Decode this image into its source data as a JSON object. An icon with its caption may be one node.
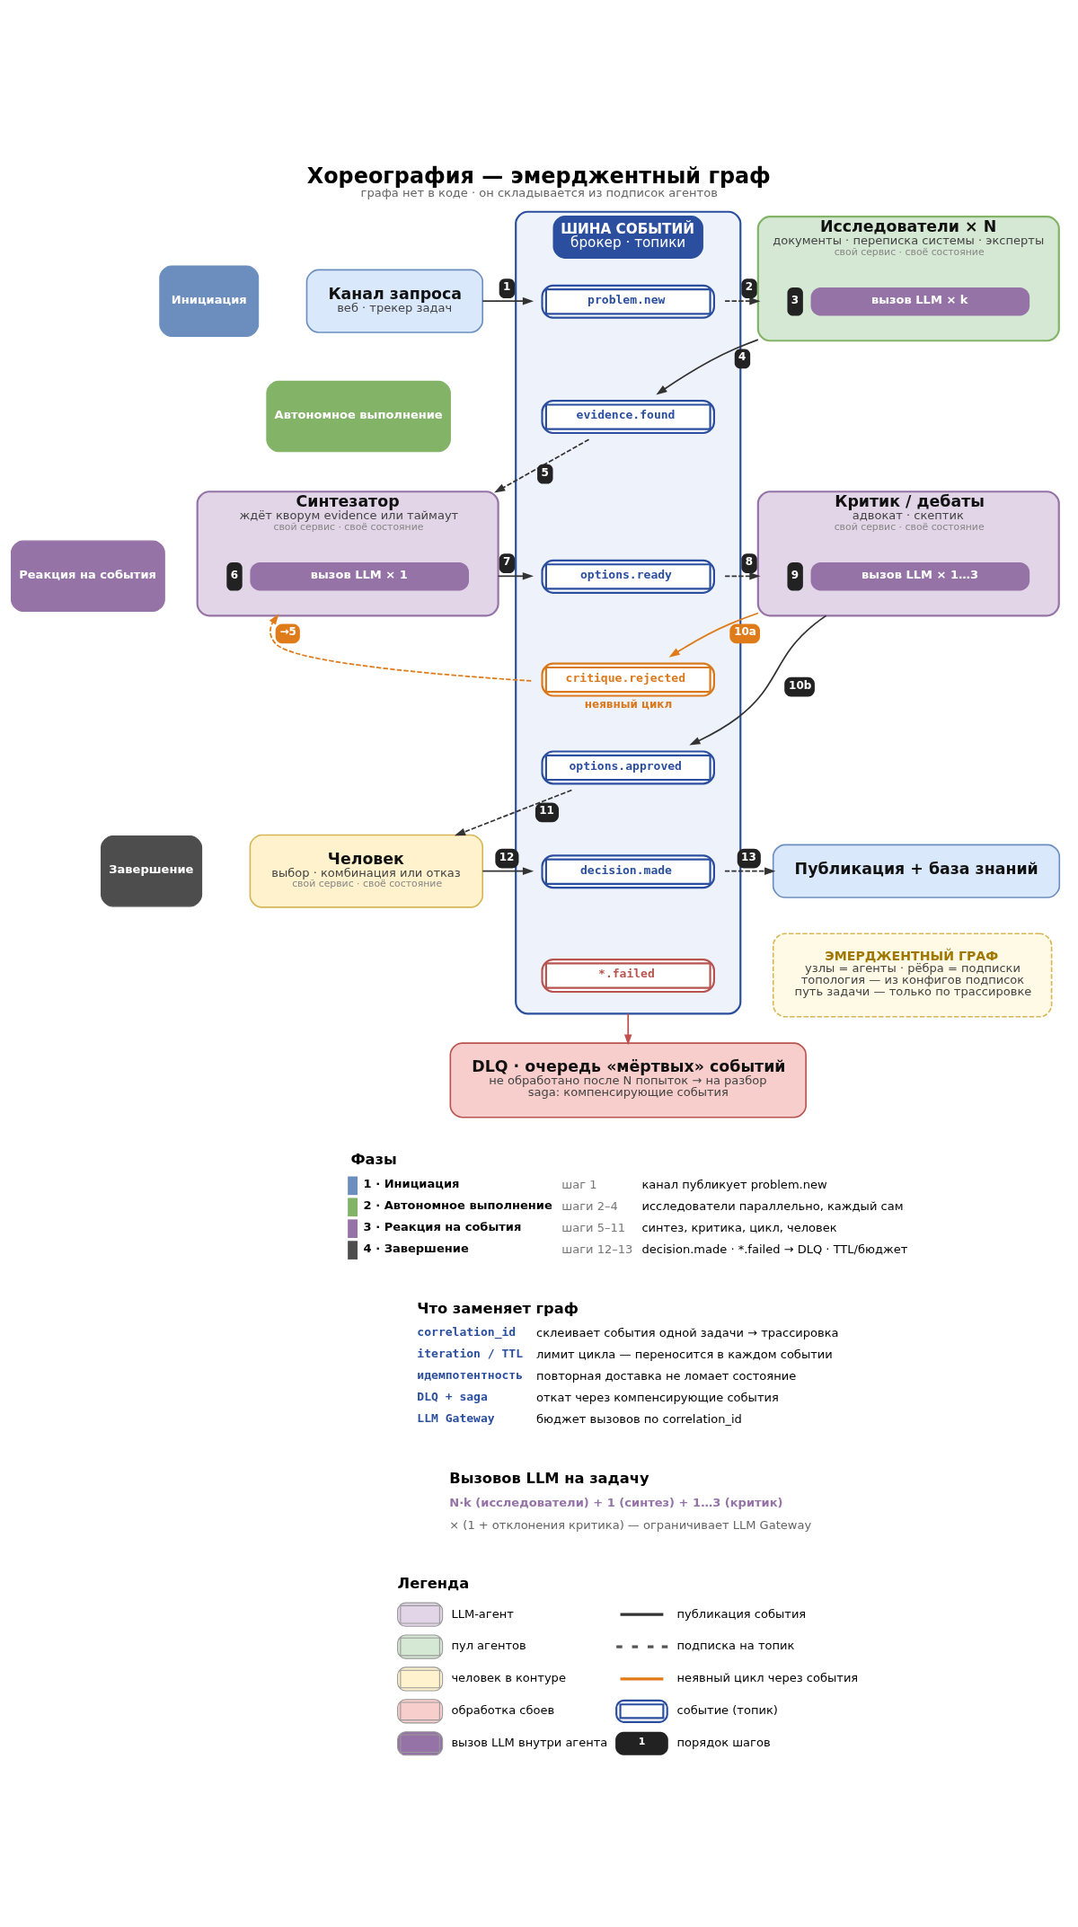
{
  "diagram": {
    "title": "Хореография — эмерджентный граф",
    "caption": "графа нет в коде · он складывается из подписок агентов",
    "nodes": [
      {
        "text": [
          "Инициация"
        ]
      },
      {
        "text": [
          "Автономное выполнение"
        ]
      },
      {
        "text": [
          "Реакция на события"
        ]
      },
      {
        "text": [
          "Завершение"
        ]
      },
      {
        "text": [
          "ШИНА СОБЫТИЙ",
          "брокер · топики"
        ]
      },
      {
        "text": [
          "problem.new"
        ],
        "in": 4
      },
      {
        "text": [
          "evidence.found"
        ],
        "in": 4
      },
      {
        "text": [
          "options.ready"
        ],
        "in": 4
      },
      {
        "text": [
          "critique.rejected"
        ],
        "in": 4,
        "beside": [
          "неявный цикл"
        ]
      },
      {
        "text": [
          "options.approved"
        ],
        "in": 4
      },
      {
        "text": [
          "decision.made"
        ],
        "in": 4
      },
      {
        "text": [
          "*.failed"
        ],
        "in": 4
      },
      {
        "text": [
          "Канал запроса",
          "веб · трекер задач"
        ]
      },
      {
        "text": [
          "Исследователи × N",
          "документы · переписка системы · эксперты",
          "свой сервис · своё состояние"
        ]
      },
      {
        "text": [
          "вызов LLM × k"
        ],
        "in": 13,
        "beside": [
          "3"
        ]
      },
      {
        "text": [
          "Синтезатор",
          "ждёт кворум evidence или таймаут",
          "свой сервис · своё состояние"
        ]
      },
      {
        "text": [
          "вызов LLM × 1"
        ],
        "in": 15,
        "beside": [
          "6"
        ]
      },
      {
        "text": [
          "Критик / дебаты",
          "адвокат · скептик",
          "свой сервис · своё состояние"
        ]
      },
      {
        "text": [
          "вызов LLM × 1…3"
        ],
        "in": 17,
        "beside": [
          "9"
        ]
      },
      {
        "text": [
          "Человек",
          "выбор · комбинация или отказ",
          "свой сервис · своё состояние"
        ]
      },
      {
        "text": [
          "Публикация + база знаний"
        ]
      },
      {
        "text": [
          "ЭМЕРДЖЕНТНЫЙ ГРАФ",
          "узлы = агенты · рёбра = подписки",
          "топология — из конфигов подписок",
          "путь задачи — только по трассировке"
        ]
      },
      {
        "text": [
          "DLQ · очередь «мёртвых» событий",
          "не обработано после N попыток → на разбор",
          "saga: компенсирующие события"
        ]
      }
    ],
    "edges": [
      {
        "from": 12,
        "to": 5,
        "arrow": "to",
        "label": "1"
      },
      {
        "from": 5,
        "to": 13,
        "arrow": "to",
        "label": "2",
        "style": "dashed"
      },
      {
        "from": 13,
        "to": 6,
        "arrow": "to",
        "label": "4"
      },
      {
        "from": 6,
        "to": 15,
        "arrow": "to",
        "label": "5",
        "style": "dashed"
      },
      {
        "from": 15,
        "to": 7,
        "arrow": "to",
        "label": "7"
      },
      {
        "from": 7,
        "to": 17,
        "arrow": "to",
        "label": "8",
        "style": "dashed"
      },
      {
        "from": 17,
        "to": 8,
        "arrow": "to",
        "label": "10a",
        "color": "#e07b1a"
      },
      {
        "from": 8,
        "to": 15,
        "arrow": "to",
        "label": "→5",
        "style": "dashed",
        "color": "#e07b1a"
      },
      {
        "from": 17,
        "to": 9,
        "arrow": "to",
        "label": "10b"
      },
      {
        "from": 9,
        "to": 19,
        "arrow": "to",
        "label": "11",
        "style": "dashed"
      },
      {
        "from": 19,
        "to": 10,
        "arrow": "to",
        "label": "12"
      },
      {
        "from": 10,
        "to": 20,
        "arrow": "to",
        "label": "13",
        "style": "dashed"
      },
      {
        "from": 4,
        "to": 22,
        "arrow": "to",
        "color": "#c0504d"
      }
    ],
    "labels": [
      "Фазы",
      "1 · Инициация",
      "шаг 1",
      "канал публикует problem.new",
      "2 · Автономное выполнение",
      "шаги 2–4",
      "исследователи параллельно, каждый сам",
      "3 · Реакция на события",
      "шаги 5–11",
      "синтез, критика, цикл, человек",
      "4 · Завершение",
      "шаги 12–13",
      "decision.made · *.failed → DLQ · TTL/бюджет",
      "Что заменяет граф",
      "correlation_id",
      "склеивает события одной задачи → трассировка",
      "iteration / TTL",
      "лимит цикла — переносится в каждом событии",
      "идемпотентность",
      "повторная доставка не ломает состояние",
      "DLQ + saga",
      "откат через компенсирующие события",
      "LLM Gateway",
      "бюджет вызовов по correlation_id",
      "Вызовов LLM на задачу",
      "N·k (исследователи) + 1 (синтез) + 1…3 (критик)",
      "× (1 + отклонения критика) — ограничивает LLM Gateway",
      "Легенда",
      "1"
    ],
    "legend": [
      {
        "text": "LLM-агент",
        "color": "#e1d5e7"
      },
      {
        "text": "пул агентов",
        "color": "#d5e8d4"
      },
      {
        "text": "человек в контуре",
        "color": "#fff2cc"
      },
      {
        "text": "обработка сбоев",
        "color": "#f8cecc"
      },
      {
        "text": "вызов LLM внутри агента",
        "color": "#9673a6"
      },
      {
        "text": "публикация события"
      },
      {
        "text": "подписка на топик"
      },
      {
        "text": "неявный цикл через события"
      },
      {
        "text": "событие (топик)"
      },
      {
        "text": "порядок шагов"
      }
    ]
  }
}
